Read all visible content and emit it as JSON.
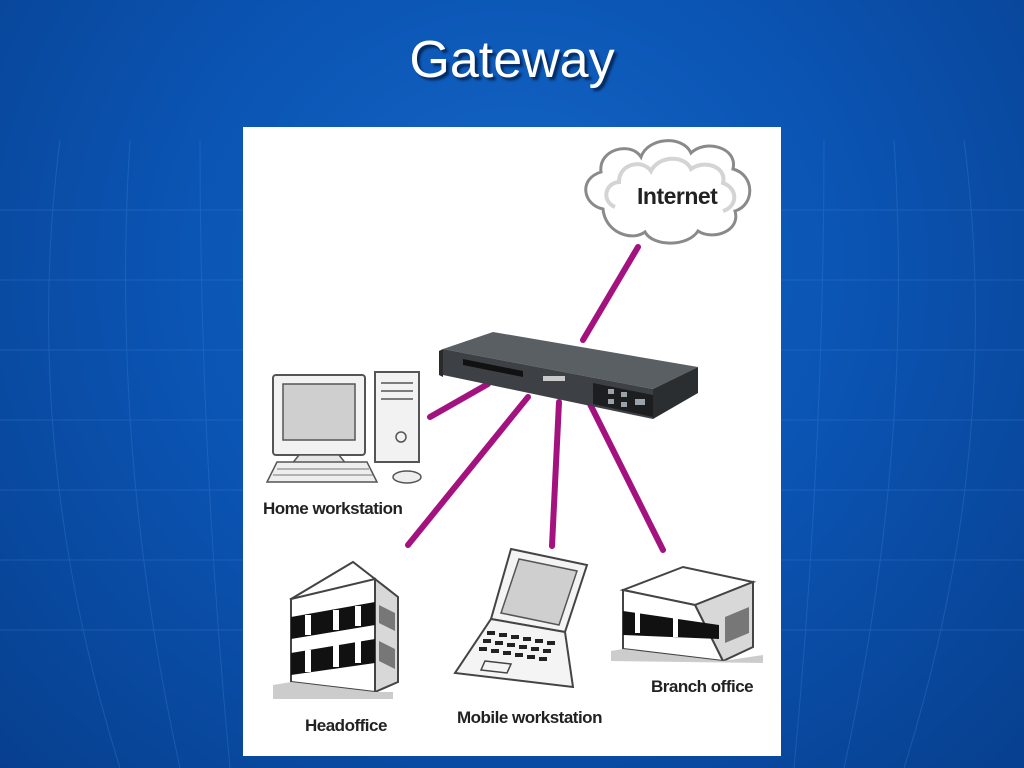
{
  "title": "Gateway",
  "diagram": {
    "nodes": {
      "internet": "Internet",
      "home": "Home workstation",
      "headoffice": "Headoffice",
      "mobile": "Mobile workstation",
      "branch": "Branch office"
    },
    "link_color": "#a3127f"
  },
  "colors": {
    "background": "#0b55b4",
    "title": "#ffffff"
  }
}
